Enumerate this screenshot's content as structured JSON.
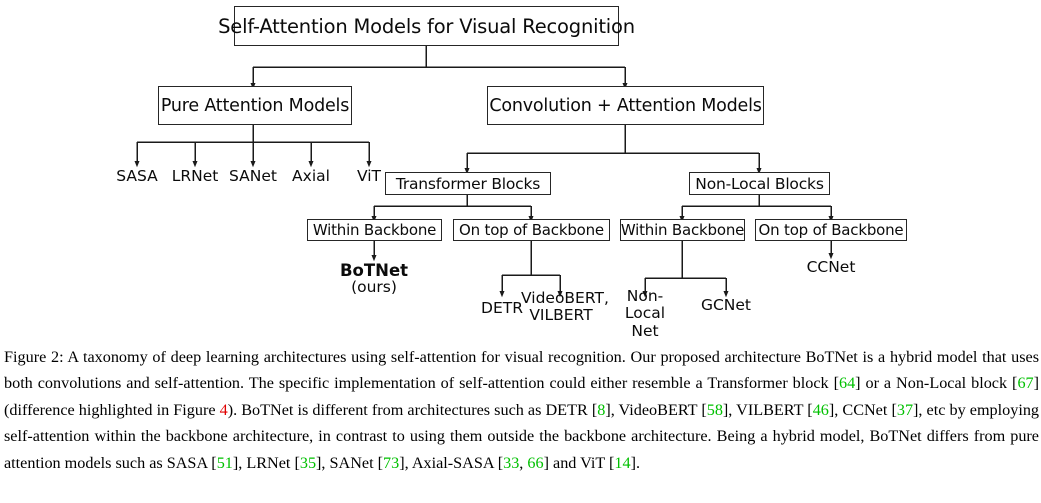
{
  "figure": {
    "title": "Self-Attention Models for Visual Recognition",
    "nodes": {
      "root": "Self-Attention Models for Visual Recognition",
      "pure_attention": "Pure Attention Models",
      "conv_attention": "Convolution + Attention Models",
      "transformer_blocks": "Transformer Blocks",
      "nonlocal_blocks": "Non-Local Blocks",
      "tb_within_backbone": "Within Backbone",
      "tb_on_top_backbone": "On top of Backbone",
      "nl_within_backbone": "Within Backbone",
      "nl_on_top_backbone": "On top of Backbone"
    },
    "pure_attention_leaves": [
      "SASA",
      "LRNet",
      "SANet",
      "Axial",
      "ViT"
    ],
    "leaves": {
      "botnet": "BoTNet",
      "botnet_sub": "(ours)",
      "detr": "DETR",
      "videobert_vilbert": "VideoBERT, VILBERT",
      "nonlocal_net": "Non-Local Net",
      "gcnet": "GCNet",
      "ccnet": "CCNet"
    }
  },
  "caption": {
    "label": "Figure 2:",
    "segments": [
      {
        "text": " A taxonomy of deep learning architectures using self-attention for visual recognition. Our proposed architecture BoTNet is a hybrid model that uses both convolutions and self-attention. The specific implementation of self-attention could either resemble a Transformer block [",
        "type": "plain"
      },
      {
        "text": "64",
        "type": "cite"
      },
      {
        "text": "] or a Non-Local block [",
        "type": "plain"
      },
      {
        "text": "67",
        "type": "cite"
      },
      {
        "text": "] (difference highlighted in Figure ",
        "type": "plain"
      },
      {
        "text": "4",
        "type": "figref"
      },
      {
        "text": "). BoTNet is different from architectures such as DETR [",
        "type": "plain"
      },
      {
        "text": "8",
        "type": "cite"
      },
      {
        "text": "], VideoBERT [",
        "type": "plain"
      },
      {
        "text": "58",
        "type": "cite"
      },
      {
        "text": "], VILBERT [",
        "type": "plain"
      },
      {
        "text": "46",
        "type": "cite"
      },
      {
        "text": "], CCNet [",
        "type": "plain"
      },
      {
        "text": "37",
        "type": "cite"
      },
      {
        "text": "], etc by employing self-attention within the backbone architecture, in contrast to using them outside the backbone architecture. Being a hybrid model, BoTNet differs from pure attention models such as SASA [",
        "type": "plain"
      },
      {
        "text": "51",
        "type": "cite"
      },
      {
        "text": "], LRNet [",
        "type": "plain"
      },
      {
        "text": "35",
        "type": "cite"
      },
      {
        "text": "], SANet [",
        "type": "plain"
      },
      {
        "text": "73",
        "type": "cite"
      },
      {
        "text": "], Axial-SASA [",
        "type": "plain"
      },
      {
        "text": "33",
        "type": "cite"
      },
      {
        "text": ", ",
        "type": "plain"
      },
      {
        "text": "66",
        "type": "cite"
      },
      {
        "text": "] and ViT [",
        "type": "plain"
      },
      {
        "text": "14",
        "type": "cite"
      },
      {
        "text": "].",
        "type": "plain"
      }
    ]
  },
  "colors": {
    "citation": "#00c000",
    "figure_reference": "#e00000",
    "box_border": "#262626",
    "text": "#000000",
    "background": "#ffffff"
  }
}
